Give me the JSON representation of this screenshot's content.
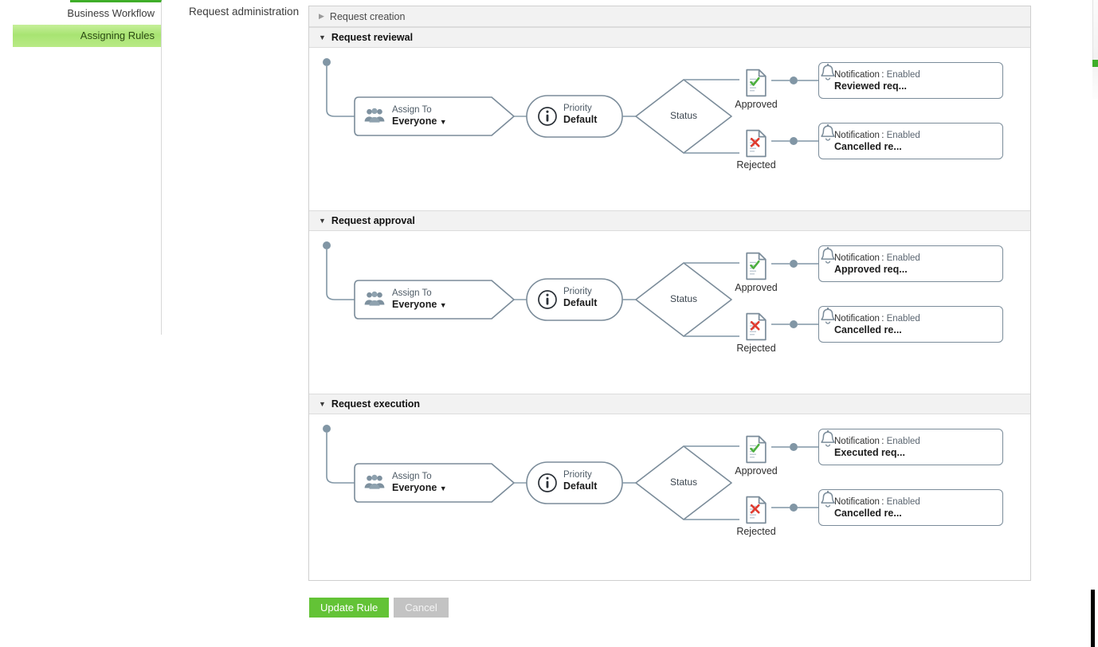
{
  "sidebar": {
    "items": [
      {
        "label": "Business Workflow",
        "selected": false
      },
      {
        "label": "Assigning Rules",
        "selected": true
      }
    ],
    "accent_color": "#3fae29"
  },
  "page": {
    "section_label": "Request administration"
  },
  "panel": {
    "sections": [
      {
        "id": "request-creation",
        "title": "Request creation",
        "expanded": false,
        "caret": "▶"
      },
      {
        "id": "request-review",
        "title": "Request reviewal",
        "expanded": true,
        "caret": "▼",
        "flow": {
          "assign": {
            "top": "Assign To",
            "bottom": "Everyone",
            "caret": "▼",
            "icon": "group-icon"
          },
          "priority": {
            "top": "Priority",
            "bottom": "Default",
            "icon": "info-icon"
          },
          "status": {
            "label": "Status"
          },
          "branches": [
            {
              "key": "approved",
              "label": "Approved",
              "icon": "document-check-icon",
              "icon_color": "#4caf3d",
              "notification": {
                "prefix": "Notification :",
                "state": "Enabled",
                "title": "Reviewed req...",
                "icon": "bell-icon"
              }
            },
            {
              "key": "rejected",
              "label": "Rejected",
              "icon": "document-x-icon",
              "icon_color": "#e03b2f",
              "notification": {
                "prefix": "Notification :",
                "state": "Enabled",
                "title": "Cancelled re...",
                "icon": "bell-icon"
              }
            }
          ]
        }
      },
      {
        "id": "request-approval",
        "title": "Request approval",
        "expanded": true,
        "caret": "▼",
        "flow": {
          "assign": {
            "top": "Assign To",
            "bottom": "Everyone",
            "caret": "▼",
            "icon": "group-icon"
          },
          "priority": {
            "top": "Priority",
            "bottom": "Default",
            "icon": "info-icon"
          },
          "status": {
            "label": "Status"
          },
          "branches": [
            {
              "key": "approved",
              "label": "Approved",
              "icon": "document-check-icon",
              "icon_color": "#4caf3d",
              "notification": {
                "prefix": "Notification :",
                "state": "Enabled",
                "title": "Approved req...",
                "icon": "bell-icon"
              }
            },
            {
              "key": "rejected",
              "label": "Rejected",
              "icon": "document-x-icon",
              "icon_color": "#e03b2f",
              "notification": {
                "prefix": "Notification :",
                "state": "Enabled",
                "title": "Cancelled re...",
                "icon": "bell-icon"
              }
            }
          ]
        }
      },
      {
        "id": "request-execution",
        "title": "Request execution",
        "expanded": true,
        "caret": "▼",
        "flow": {
          "assign": {
            "top": "Assign To",
            "bottom": "Everyone",
            "caret": "▼",
            "icon": "group-icon"
          },
          "priority": {
            "top": "Priority",
            "bottom": "Default",
            "icon": "info-icon"
          },
          "status": {
            "label": "Status"
          },
          "branches": [
            {
              "key": "approved",
              "label": "Approved",
              "icon": "document-check-icon",
              "icon_color": "#4caf3d",
              "notification": {
                "prefix": "Notification :",
                "state": "Enabled",
                "title": "Executed req...",
                "icon": "bell-icon"
              }
            },
            {
              "key": "rejected",
              "label": "Rejected",
              "icon": "document-x-icon",
              "icon_color": "#e03b2f",
              "notification": {
                "prefix": "Notification :",
                "state": "Enabled",
                "title": "Cancelled re...",
                "icon": "bell-icon"
              }
            }
          ]
        }
      }
    ]
  },
  "actions": {
    "update_label": "Update Rule",
    "cancel_label": "Cancel",
    "update_color": "#63c336",
    "cancel_color": "#c3c3c3"
  }
}
